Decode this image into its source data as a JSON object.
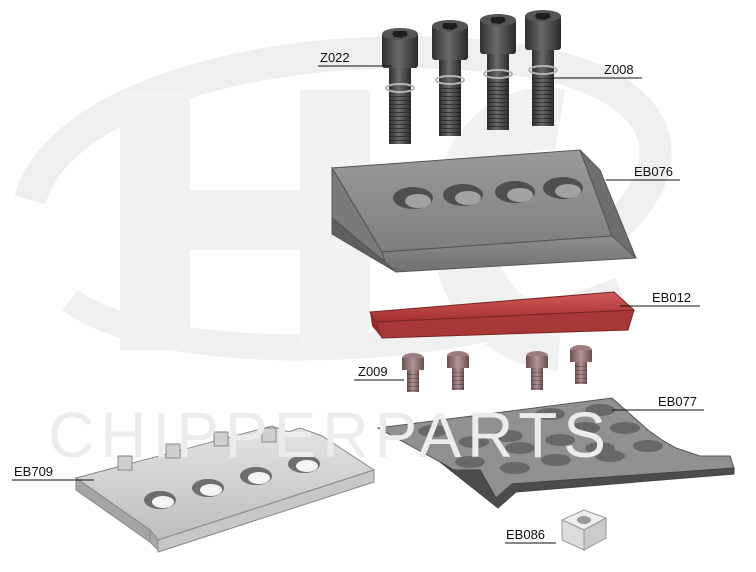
{
  "watermark": {
    "logo": "HC",
    "text": "CHIPPERPARTS"
  },
  "parts": [
    {
      "code": "Z022",
      "description": "bolt"
    },
    {
      "code": "Z008",
      "description": "bolt"
    },
    {
      "code": "EB076",
      "description": "clamp block"
    },
    {
      "code": "EB012",
      "description": "knife"
    },
    {
      "code": "Z009",
      "description": "small bolt"
    },
    {
      "code": "EB077",
      "description": "base plate"
    },
    {
      "code": "EB709",
      "description": "counter plate"
    },
    {
      "code": "EB086",
      "description": "square nut"
    }
  ],
  "colors": {
    "part_grey": "#8c8c8c",
    "knife_red": "#b83a3a",
    "bolt_dark": "#4a4a4a",
    "small_bolt": "#8a6e6e",
    "light_plate": "#d8d8d8"
  }
}
